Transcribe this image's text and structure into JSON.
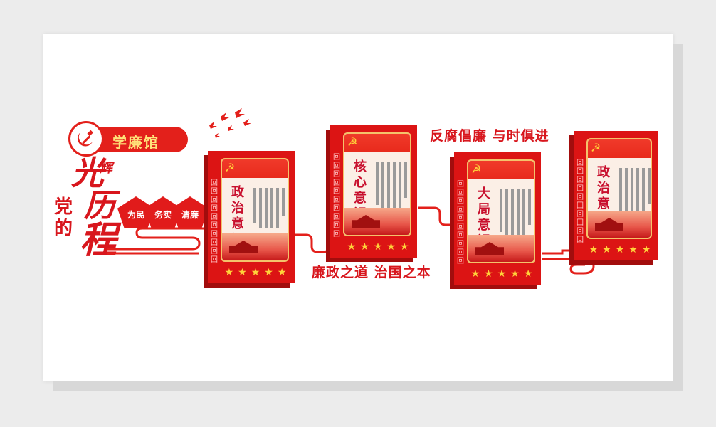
{
  "header": {
    "badge_text": "学廉馆",
    "title_line_1": "光辉",
    "title_line_2": "历",
    "title_line_3": "程",
    "title_side": "党的"
  },
  "values": [
    {
      "label": "为民"
    },
    {
      "label": "务实"
    },
    {
      "label": "清廉"
    }
  ],
  "slogans": {
    "top": "反腐倡廉 与时俱进",
    "bottom": "廉政之道 治国之本"
  },
  "panels": [
    {
      "title": "政治意识"
    },
    {
      "title": "核心意识"
    },
    {
      "title": "大局意识"
    },
    {
      "title": "政治意识"
    }
  ],
  "colors": {
    "accent": "#dc1414",
    "gold": "#ffd23a",
    "text_red": "#d8161d"
  },
  "icons": [
    "hammer-sickle-icon",
    "dove-icon",
    "star-icon"
  ]
}
